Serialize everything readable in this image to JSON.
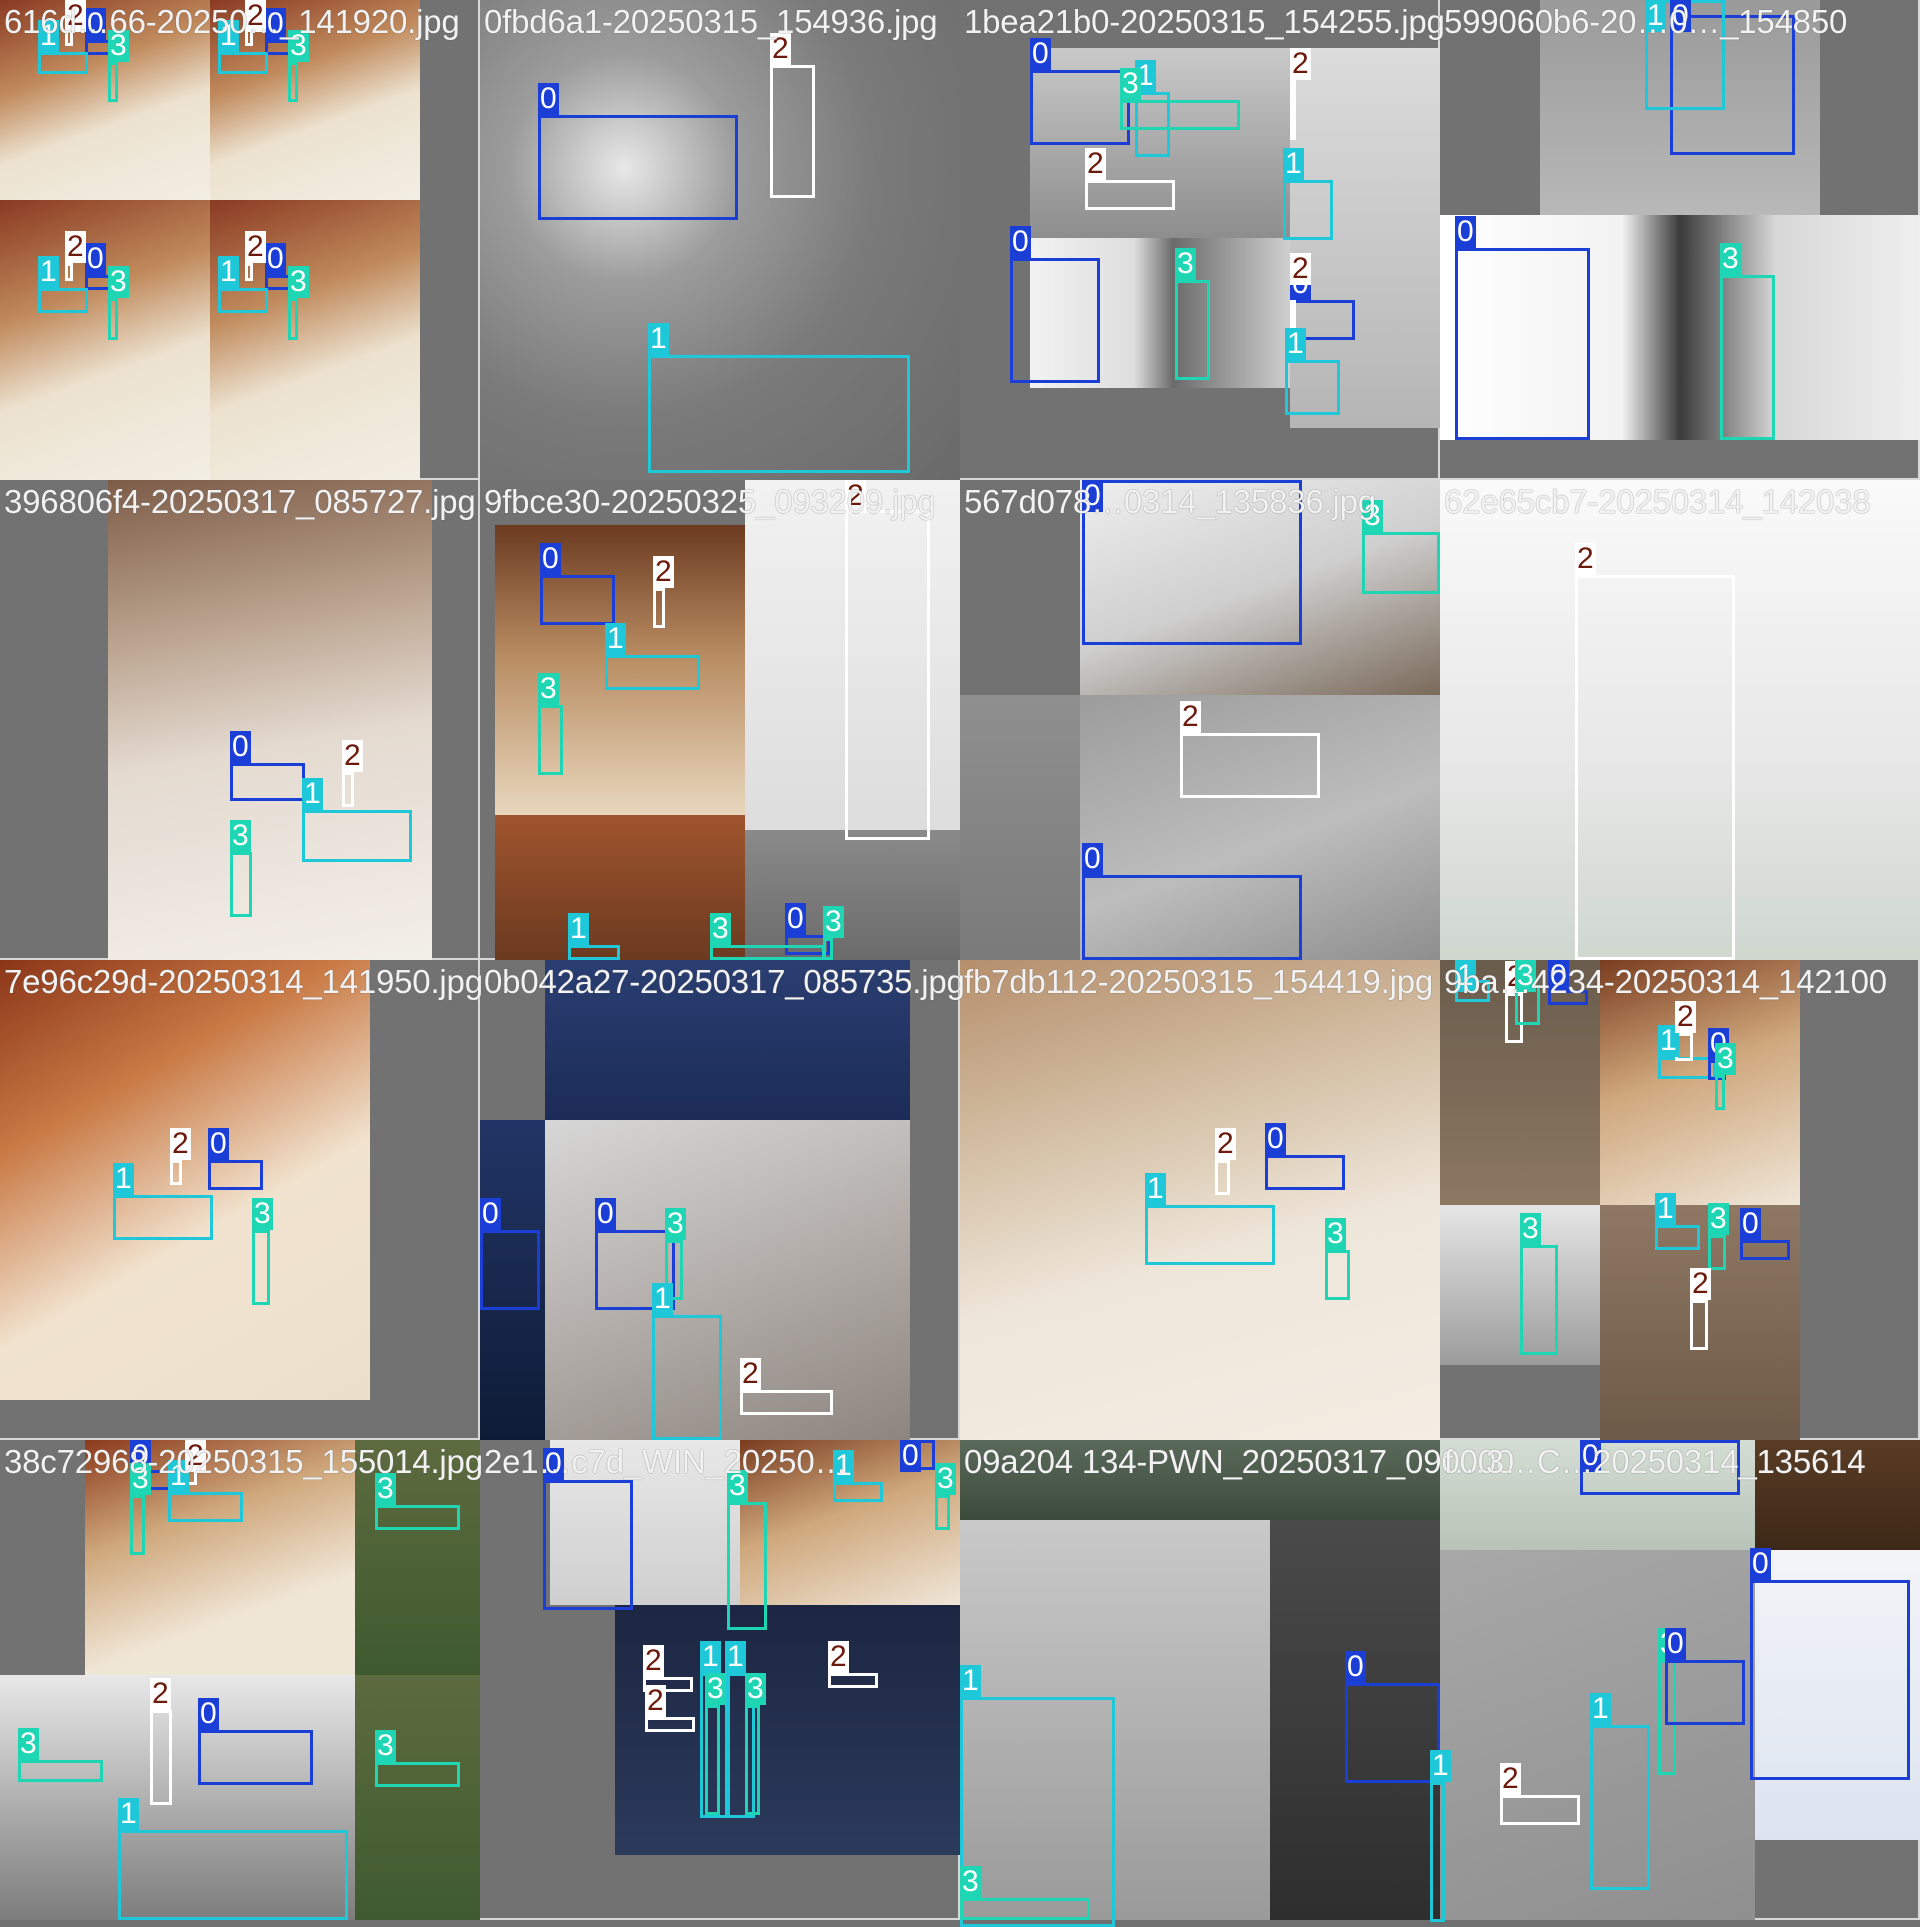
{
  "class_colors": {
    "0": {
      "stroke": "#1b3fd6",
      "fill": "#1b3fd6",
      "text": "#ffffff"
    },
    "1": {
      "stroke": "#1ec8d8",
      "fill": "#1ec8d8",
      "text": "#ffffff"
    },
    "2": {
      "stroke": "#ffffff",
      "fill": "#ffffff",
      "text": "#6b1a0c"
    },
    "3": {
      "stroke": "#1ed6b4",
      "fill": "#1ed6b4",
      "text": "#ffffff"
    }
  },
  "tiles": [
    {
      "title": "616d…66-20250…_141920.jpg",
      "labels": [
        "0",
        "1",
        "2",
        "3",
        "0",
        "1",
        "2",
        "3",
        "0",
        "1",
        "2",
        "3",
        "0",
        "1",
        "2",
        "3"
      ]
    },
    {
      "title": "0fbd6a1-20250315_154936.jpg",
      "labels": [
        "0",
        "1",
        "2"
      ]
    },
    {
      "title": "1bea21b0-20250315_154255.jpg",
      "labels": [
        "0",
        "1",
        "2",
        "3",
        "0",
        "1",
        "2",
        "3",
        "0",
        "1",
        "2"
      ]
    },
    {
      "title": "599060b6-20…0…_154850",
      "labels": [
        "0",
        "1",
        "0",
        "3"
      ]
    },
    {
      "title": "396806f4-20250317_085727.jpg",
      "labels": [
        "0",
        "1",
        "2",
        "3"
      ]
    },
    {
      "title": "9fbce30-20250325_093209.jpg",
      "labels": [
        "0",
        "1",
        "2",
        "3",
        "2",
        "0",
        "3",
        "1",
        "3"
      ]
    },
    {
      "title": "567d078…0314_135836.jpg",
      "labels": [
        "0",
        "3",
        "2",
        "0"
      ]
    },
    {
      "title": "62e65cb7-20250314_142038",
      "labels": [
        "2"
      ]
    },
    {
      "title": "7e96c29d-20250314_141950.jpg",
      "labels": [
        "0",
        "1",
        "2",
        "3"
      ]
    },
    {
      "title": "0b042a27-20250317_085735.jpg",
      "labels": [
        "0",
        "0",
        "1",
        "2",
        "3"
      ]
    },
    {
      "title": "fb7db112-20250315_154419.jpg",
      "labels": [
        "0",
        "1",
        "2",
        "3"
      ]
    },
    {
      "title": "9ba…4234-20250314_142100",
      "labels": [
        "1",
        "2",
        "3",
        "0",
        "1",
        "2",
        "0",
        "3",
        "3",
        "1",
        "3",
        "0",
        "2"
      ]
    },
    {
      "title": "38c72968-20250315_155014.jpg",
      "labels": [
        "0",
        "1",
        "2",
        "3",
        "3",
        "2",
        "0",
        "3",
        "3",
        "1"
      ]
    },
    {
      "title": "2e1…c7d_WIN_20250…",
      "labels": [
        "0",
        "3",
        "2",
        "0",
        "1",
        "3",
        "2",
        "1",
        "3",
        "2",
        "1",
        "3"
      ]
    },
    {
      "title": "09a204 134-PWN_20250317_090000",
      "labels": [
        "1",
        "0",
        "1",
        "3"
      ]
    },
    {
      "title": "f…3…C…20250314_135614",
      "labels": [
        "0",
        "0",
        "3",
        "0",
        "1",
        "2"
      ]
    }
  ]
}
